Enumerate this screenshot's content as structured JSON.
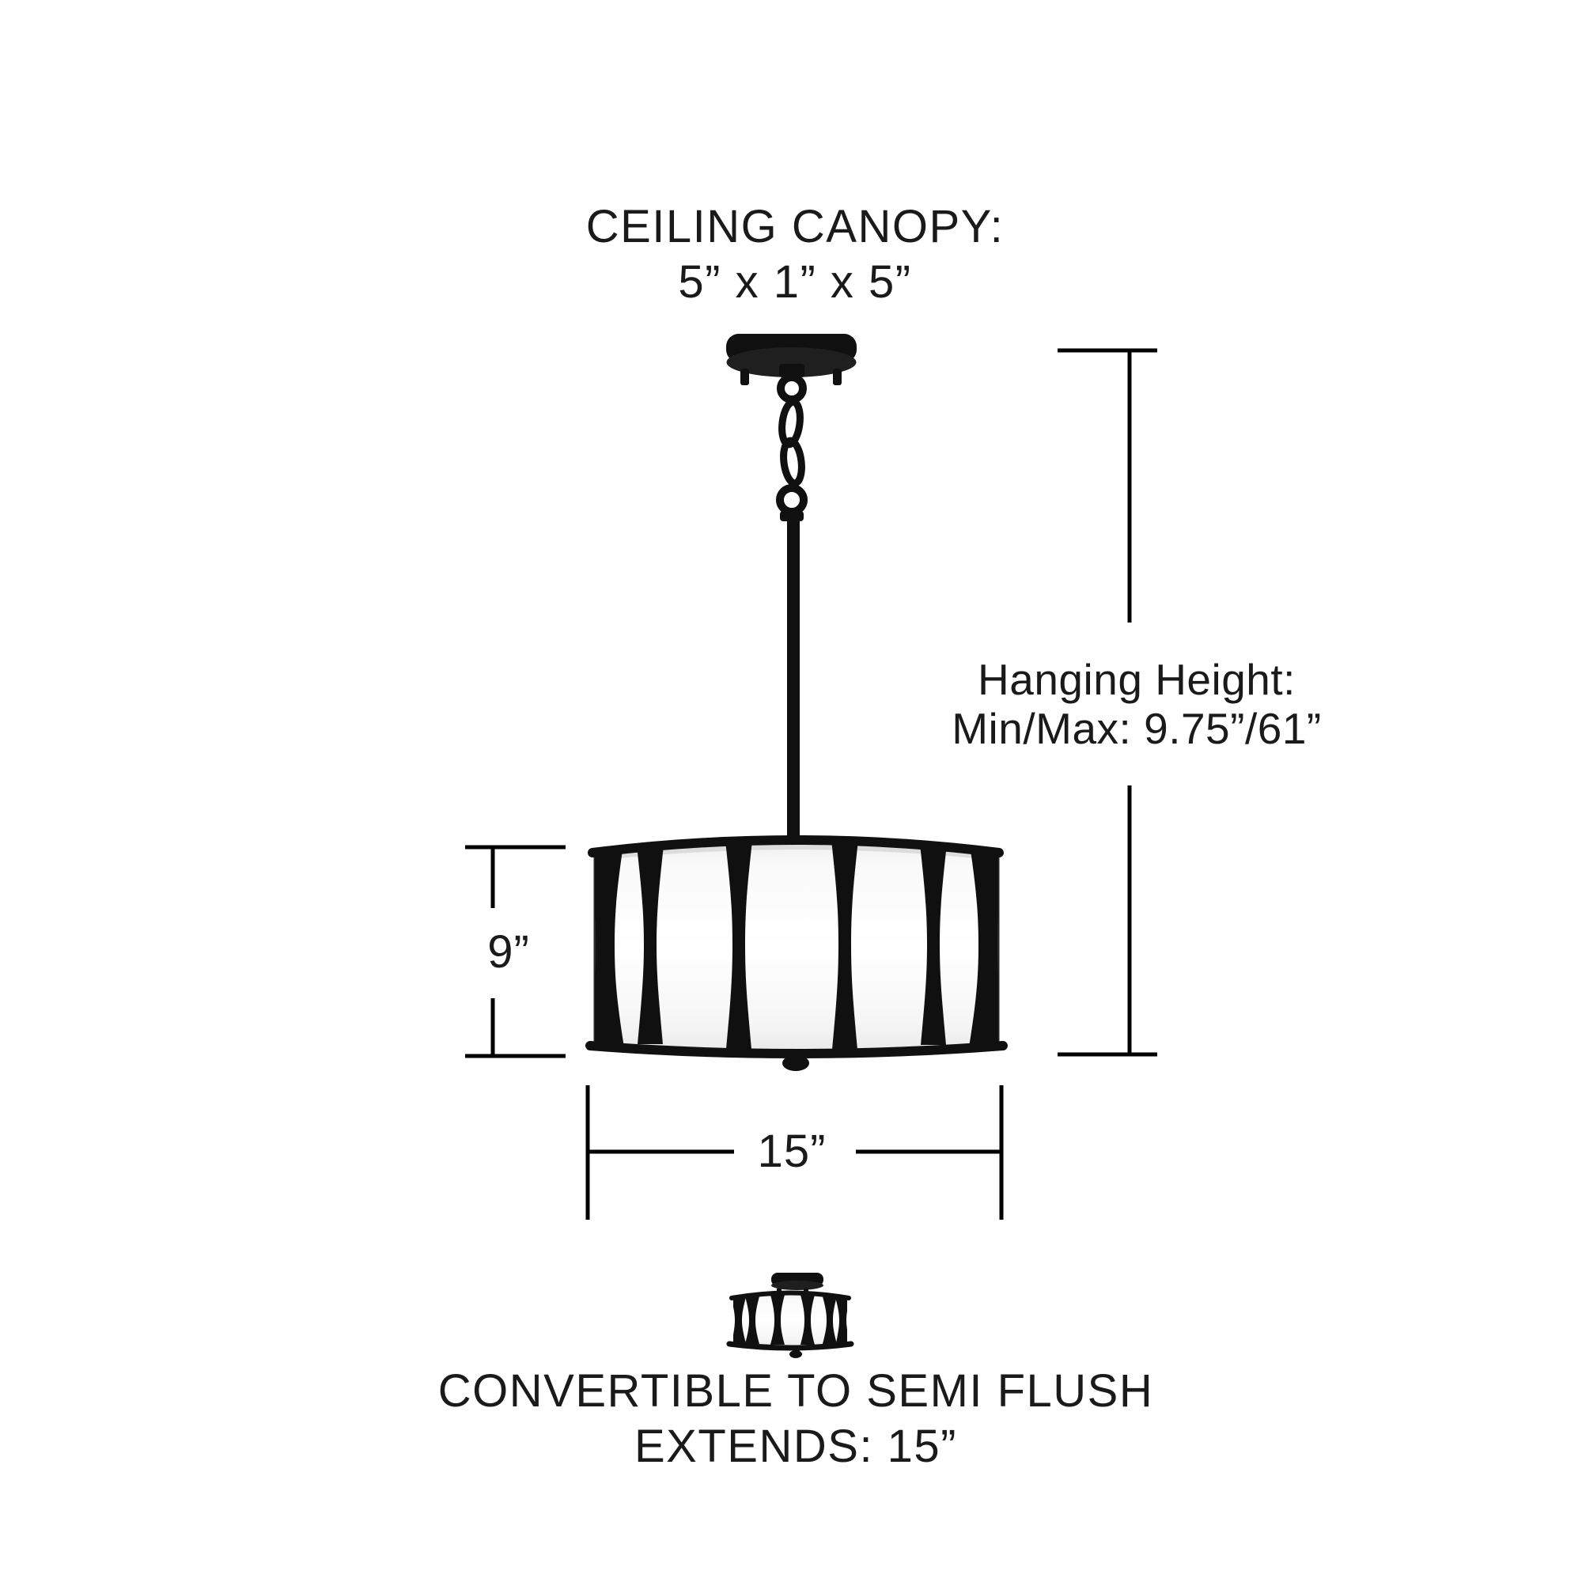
{
  "diagram": {
    "title": {
      "line1": "CEILING CANOPY:",
      "line2": "5” x 1” x 5”"
    },
    "hanging_height": {
      "line1": "Hanging Height:",
      "line2": "Min/Max: 9.75”/61”"
    },
    "shade_height_label": "9”",
    "shade_width_label": "15”",
    "convertible": {
      "line1": "CONVERTIBLE TO SEMI FLUSH",
      "line2": "EXTENDS: 15”"
    }
  },
  "colors": {
    "background": "#ffffff",
    "fixture_finish": "#101010",
    "shade_panel": "#ffffff",
    "dimension_line": "#000000",
    "text": "#1a1a1a"
  }
}
